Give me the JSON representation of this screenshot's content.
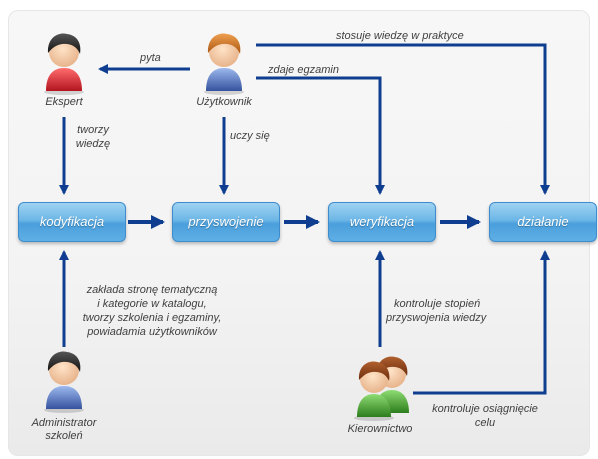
{
  "actors": {
    "ekspert": "Ekspert",
    "uzytkownik": "Użytkownik",
    "administrator_line1": "Administrator",
    "administrator_line2": "szkoleń",
    "kierownictwo": "Kierownictwo"
  },
  "process": [
    "kodyfikacja",
    "przyswojenie",
    "weryfikacja",
    "działanie"
  ],
  "edge_labels": {
    "pyta": "pyta",
    "stosuje": "stosuje wiedzę w praktyce",
    "zdaje": "zdaje egzamin",
    "tworzy_1": "tworzy",
    "tworzy_2": "wiedzę",
    "uczy": "uczy się",
    "admin_1": "zakłada stronę tematyczną",
    "admin_2": "i kategorie w katalogu,",
    "admin_3": "tworzy szkolenia i egzaminy,",
    "admin_4": "powiadamia użytkowników",
    "kontroluje_1": "kontroluje stopień",
    "kontroluje_2": "przyswojenia wiedzy",
    "cel_1": "kontroluje osiągnięcie",
    "cel_2": "celu"
  },
  "colors": {
    "arrow": "#0f3d8f",
    "box_top": "#9fd3f2",
    "box_bottom": "#4a9edb",
    "ekspert_shirt": "#d9323c",
    "uzytkownik_shirt": "#4a6fbf",
    "uzytkownik_hair": "#c06a1c",
    "admin_shirt": "#5a7fc8",
    "kierownictwo_shirt": "#3e9e2c",
    "kierownictwo_hair": "#8a3b14"
  }
}
